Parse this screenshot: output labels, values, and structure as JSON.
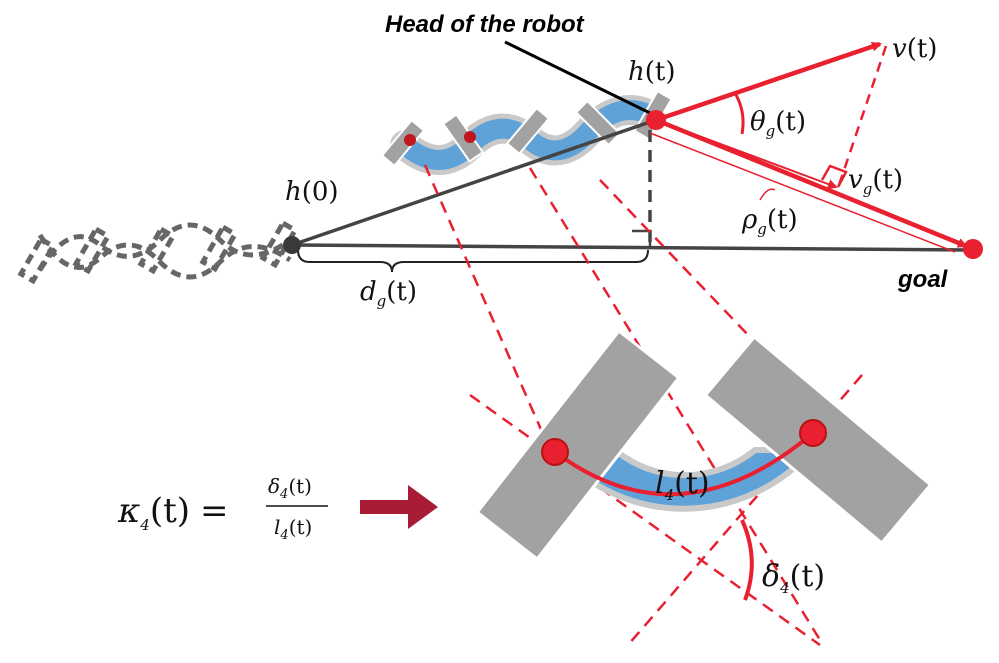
{
  "annotations": {
    "head_label": "Head of the robot",
    "goal_label": "goal"
  },
  "math_labels": {
    "h_t": {
      "main": "h",
      "arg": "(t)"
    },
    "h_0": {
      "main": "h",
      "arg": "(0)"
    },
    "v_t": {
      "main": "v",
      "arg": "(t)"
    },
    "theta_g": {
      "main": "θ",
      "sub": "g",
      "arg": "(t)"
    },
    "v_g": {
      "main": "v",
      "sub": "g",
      "arg": "(t)"
    },
    "rho_g": {
      "main": "ρ",
      "sub": "g",
      "arg": "(t)"
    },
    "d_g": {
      "main": "d",
      "sub": "g",
      "arg": "(t)"
    },
    "l_4": {
      "main": "l",
      "sub": "4",
      "arg": "(t)"
    },
    "delta_4": {
      "main": "δ",
      "sub": "4",
      "arg": "(t)"
    },
    "kappa": {
      "lhs_main": "κ",
      "lhs_sub": "4",
      "lhs_arg": "(t)",
      "eq": "=",
      "num_main": "δ",
      "num_sub": "4",
      "num_arg": "(t)",
      "den_main": "l",
      "den_sub": "4",
      "den_arg": "(t)"
    }
  },
  "colors": {
    "red": "#e8202f",
    "dark_red_arrow": "#a81c35",
    "gray_link": "#a2a2a2",
    "blue_body": "#5fa2d8",
    "line_dark": "#444444"
  }
}
